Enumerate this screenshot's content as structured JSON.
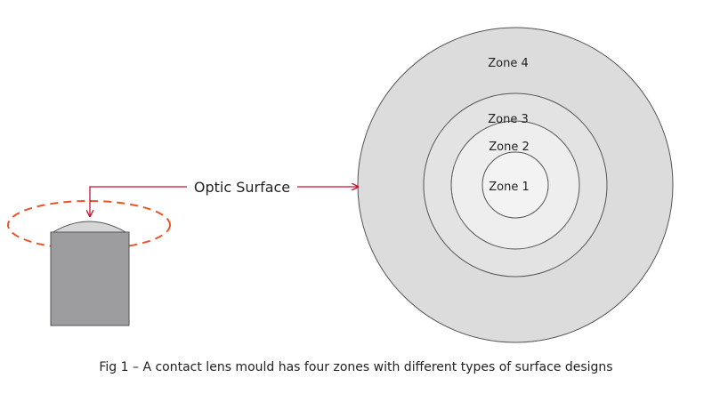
{
  "callout": {
    "label": "Optic Surface"
  },
  "zones": [
    {
      "label": "Zone 4",
      "fill": "#dcdcdc"
    },
    {
      "label": "Zone 3",
      "fill": "#e3e3e3"
    },
    {
      "label": "Zone 2",
      "fill": "#eeeeee"
    },
    {
      "label": "Zone 1",
      "fill": "#f3f3f3"
    }
  ],
  "caption": "Fig 1 – A contact lens mould has four zones with different types of surface designs",
  "colors": {
    "arrow": "#c8102e",
    "dashed_ring": "#e8572a",
    "mould_body": "#9d9d9f",
    "lens_cap": "#d6d6d6",
    "outline": "#555555"
  }
}
